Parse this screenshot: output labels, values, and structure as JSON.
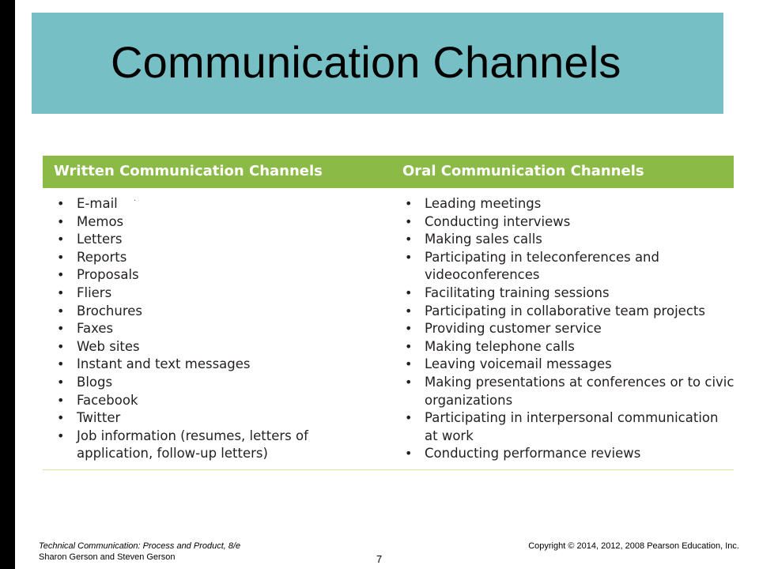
{
  "slide": {
    "title": "Communication Channels",
    "colors": {
      "title_band": "#75bfc5",
      "table_header": "#8cba46",
      "left_bar": "#000000"
    }
  },
  "table": {
    "headers": [
      "Written Communication Channels",
      "Oral Communication Channels"
    ],
    "written": [
      "E-mail",
      "Memos",
      "Letters",
      "Reports",
      "Proposals",
      "Fliers",
      "Brochures",
      "Faxes",
      "Web sites",
      "Instant and text messages",
      "Blogs",
      "Facebook",
      "Twitter",
      "Job information (resumes, letters of",
      "application, follow-up letters)"
    ],
    "oral": [
      "Leading meetings",
      "Conducting interviews",
      "Making sales calls",
      "Participating in teleconferences and",
      "videoconferences",
      "Facilitating training sessions",
      "Participating in collaborative team projects",
      "Providing customer service",
      "Making telephone calls",
      "Leaving voicemail messages",
      "Making presentations at conferences or to civic",
      "organizations",
      "Participating in interpersonal communication",
      "at work",
      "Conducting performance reviews"
    ]
  },
  "footer": {
    "book_title": "Technical Communication: Process and Product, 8/e",
    "authors": "Sharon Gerson and Steven Gerson",
    "copyright": "Copyright © 2014, 2012, 2008 Pearson Education, Inc.",
    "page_number": "7"
  }
}
